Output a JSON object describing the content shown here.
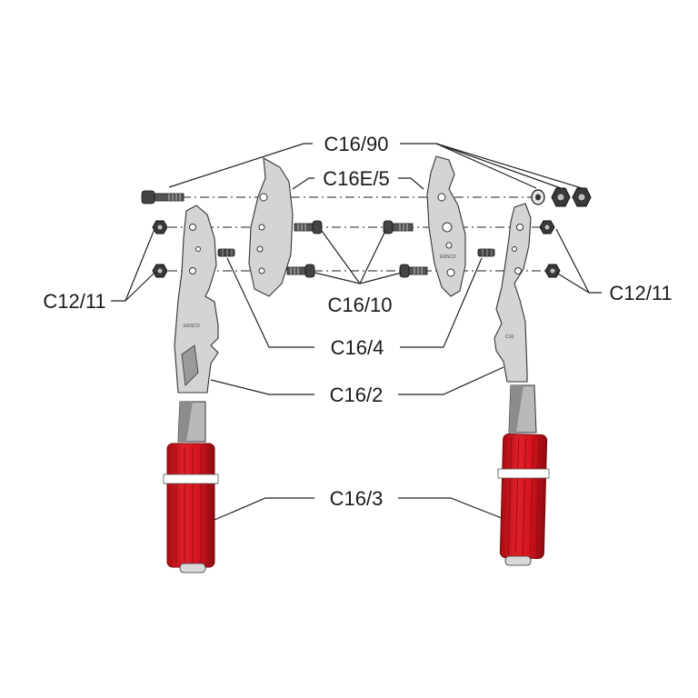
{
  "labels": {
    "top_bolt": "C16/90",
    "blade": "C16E/5",
    "nut_left": "C12/11",
    "nut_right": "C12/11",
    "screws": "C16/10",
    "pin": "C16/4",
    "arm": "C16/2",
    "handle": "C16/3"
  },
  "colors": {
    "grip_red": "#d8141e",
    "steel": "#d4d4d4",
    "background": "#ffffff"
  },
  "icons": [
    "bolt",
    "washer",
    "nut",
    "screw",
    "pin",
    "blade",
    "arm",
    "handle-grip"
  ]
}
